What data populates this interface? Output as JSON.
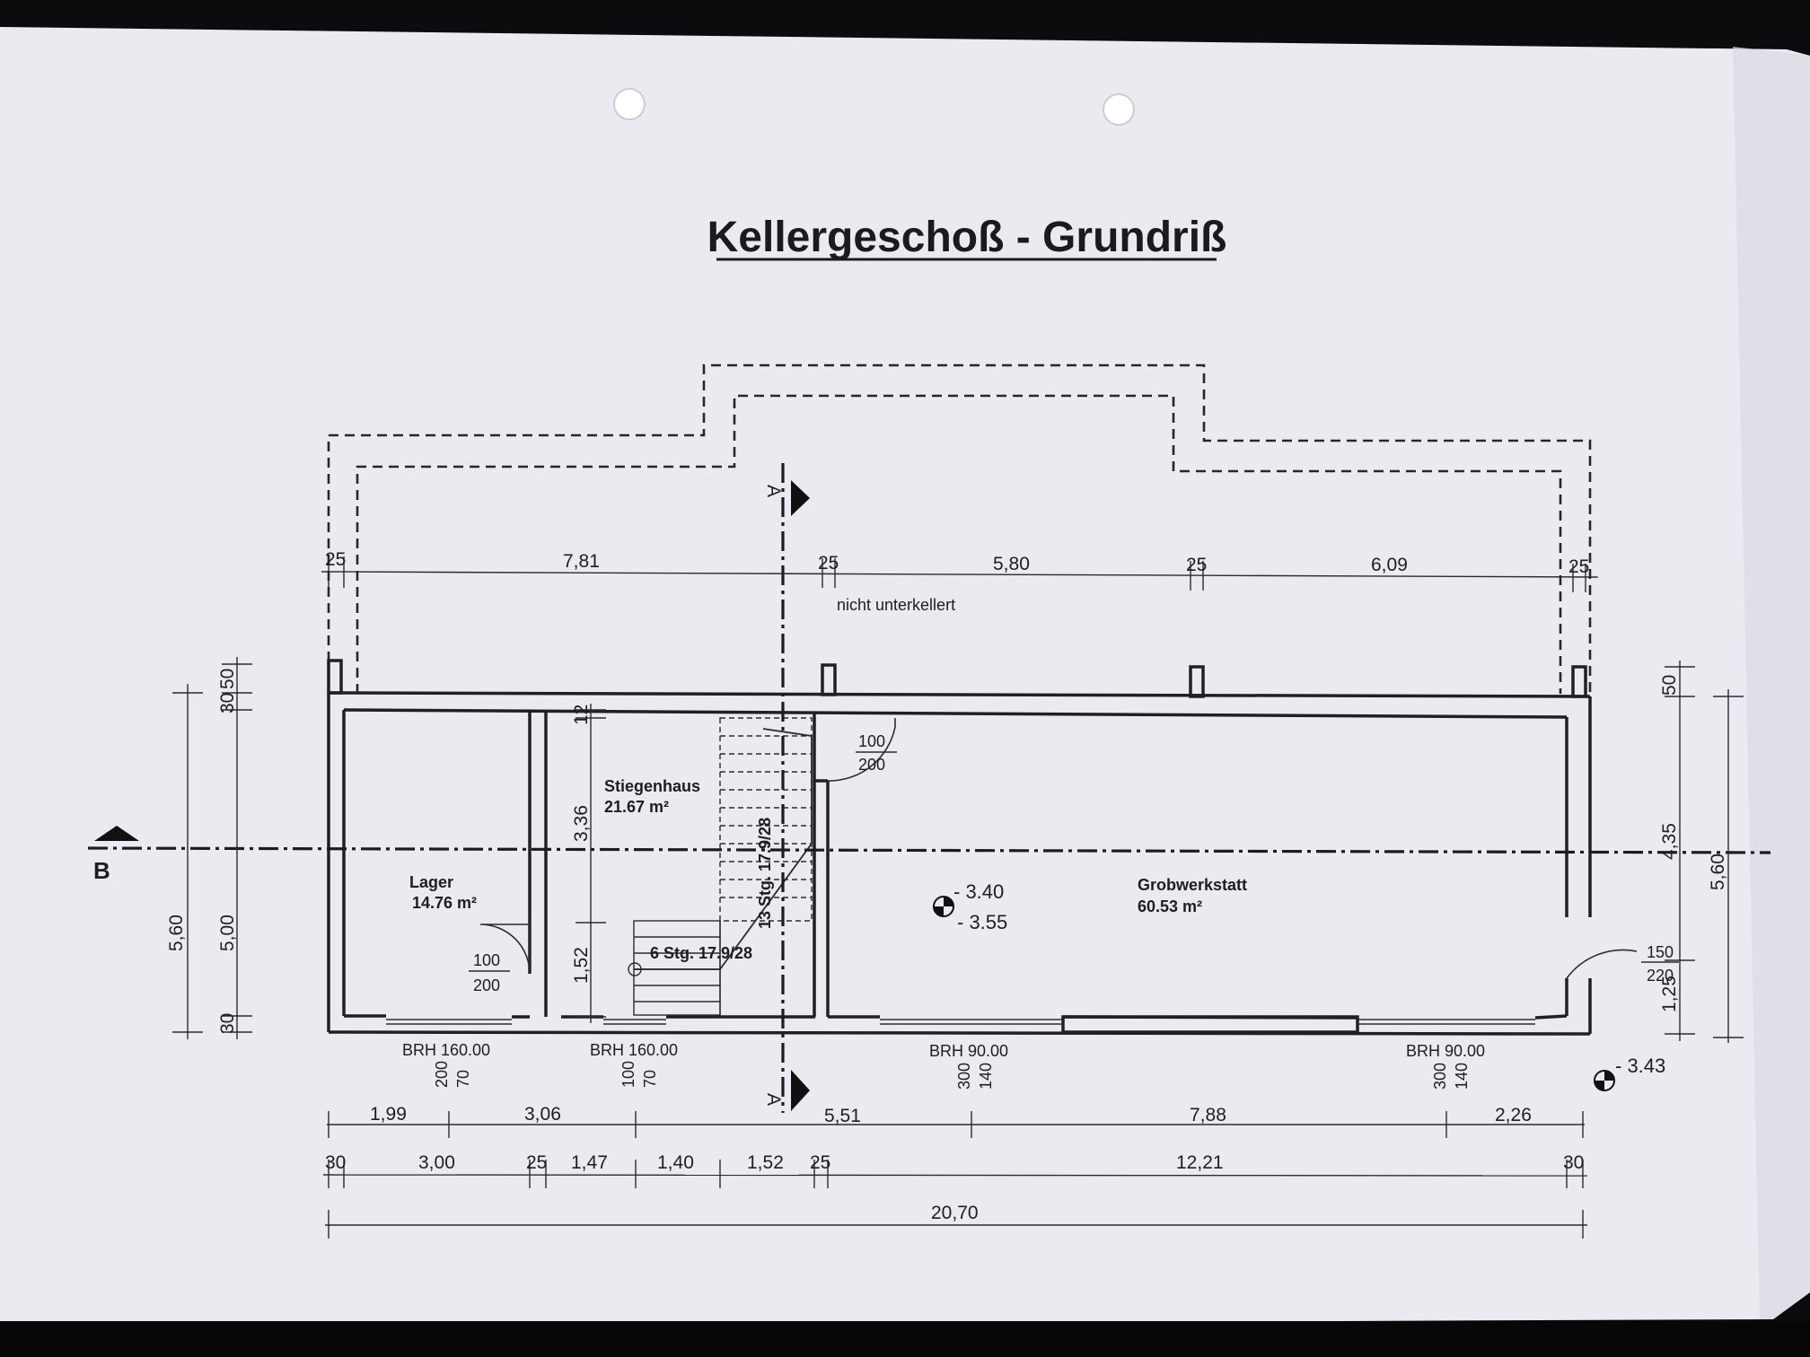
{
  "title": "Kellergeschoß - Grundriß",
  "note": "nicht unterkellert",
  "section_labels": {
    "a_top": "A",
    "a_bottom": "A",
    "b": "B"
  },
  "rooms": {
    "lager": {
      "name": "Lager",
      "area": "14.76 m²"
    },
    "stiegenhaus": {
      "name": "Stiegenhaus",
      "area": "21.67 m²"
    },
    "grobwerkstatt": {
      "name": "Grobwerkstatt",
      "area": "60.53 m²"
    }
  },
  "stairs": {
    "upper": "13 Stg. 17.9/28",
    "lower": "6 Stg. 17.9/28"
  },
  "levels": {
    "floor_top": "- 3.40",
    "floor_bottom": "- 3.55",
    "exterior": "- 3.43"
  },
  "doors": {
    "lager": {
      "w": "100",
      "h": "200"
    },
    "stair_top": {
      "w": "100",
      "h": "200"
    },
    "right": {
      "w": "150",
      "h": "220"
    }
  },
  "windows": [
    {
      "brh": "BRH 160.00",
      "w": "200",
      "h": "70"
    },
    {
      "brh": "BRH 160.00",
      "w": "100",
      "h": "70"
    },
    {
      "brh": "BRH 90.00",
      "w": "300",
      "h": "140"
    },
    {
      "brh": "BRH 90.00",
      "w": "300",
      "h": "140"
    }
  ],
  "dims_top": [
    "25",
    "7,81",
    "25",
    "5,80",
    "25",
    "6,09",
    "25"
  ],
  "dims_bottom_1": [
    "1,99",
    "3,06",
    "5,51",
    "7,88",
    "2,26"
  ],
  "dims_bottom_2": [
    "30",
    "3,00",
    "25",
    "1,47",
    "1,40",
    "1,52",
    "25",
    "12,21",
    "30"
  ],
  "dims_total": "20,70",
  "dims_left_outer": "5,60",
  "dims_left_inner": [
    "30",
    "50",
    "5,00",
    "30"
  ],
  "dims_stair": [
    "12",
    "3,36",
    "1,52"
  ],
  "dims_right_inner": [
    "50",
    "4,35",
    "1,25"
  ],
  "dims_right_outer": "5,60"
}
